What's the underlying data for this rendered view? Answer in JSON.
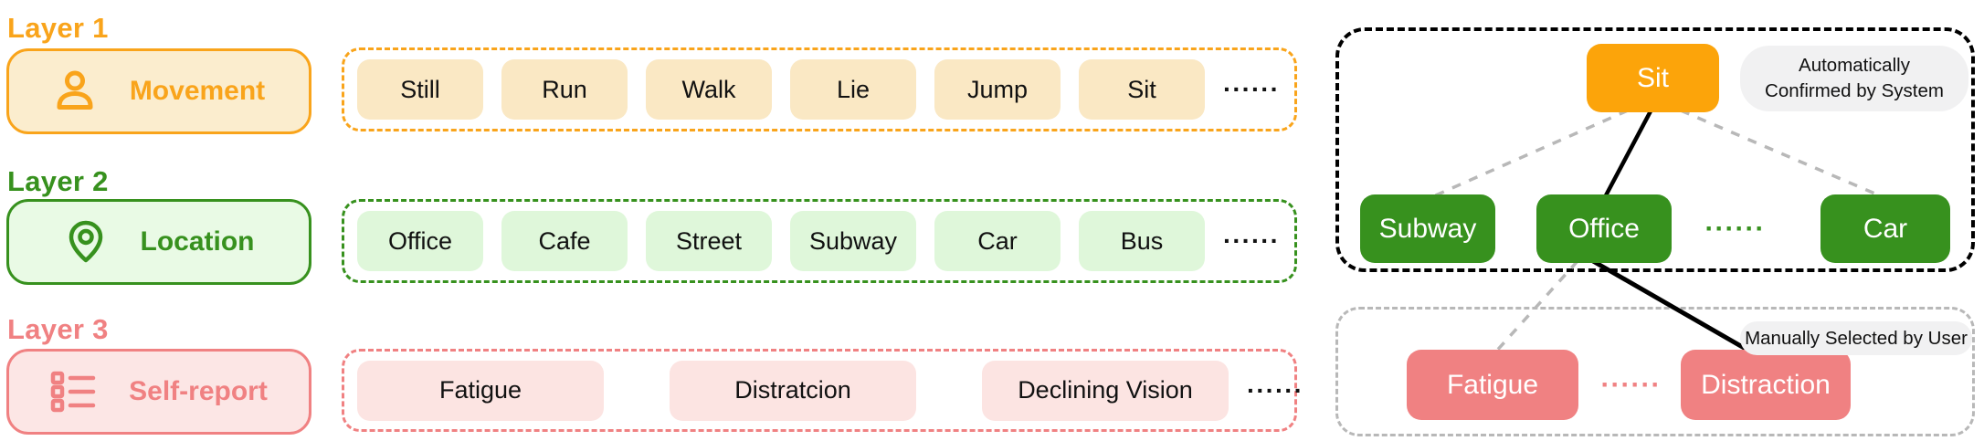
{
  "layers": [
    {
      "label": "Layer 1",
      "name": "Movement",
      "icon": "person-icon",
      "items": [
        "Still",
        "Run",
        "Walk",
        "Lie",
        "Jump",
        "Sit"
      ],
      "ellipsis": "······"
    },
    {
      "label": "Layer 2",
      "name": "Location",
      "icon": "location-pin-icon",
      "items": [
        "Office",
        "Cafe",
        "Street",
        "Subway",
        "Car",
        "Bus"
      ],
      "ellipsis": "······"
    },
    {
      "label": "Layer 3",
      "name": "Self-report",
      "icon": "checklist-icon",
      "items": [
        "Fatigue",
        "Distratcion",
        "Declining Vision"
      ],
      "ellipsis": "······"
    }
  ],
  "tree": {
    "root": "Sit",
    "auto_label": "Automatically Confirmed by System",
    "level2": [
      "Subway",
      "Office",
      "Car"
    ],
    "level2_ellipsis": "······",
    "manual_label": "Manually Selected by User",
    "level3": [
      "Fatigue",
      "Distraction"
    ],
    "level3_ellipsis": "······"
  },
  "colors": {
    "orange": "#F9A41B",
    "orange-badge-bg": "#FBEDCE",
    "orange-chip-bg": "#FAE8C4",
    "sit-bg": "#FCA40A",
    "green": "#37911E",
    "green-badge-bg": "#E9FAE5",
    "green-chip-bg": "#DFF7DA",
    "salmon": "#F08182",
    "salmon-badge-bg": "#FCE6E5",
    "salmon-chip-bg": "#FCE4E2",
    "dash-gray": "#B8B8B8",
    "pill-bg": "#F1F1F2",
    "ink": "#111111"
  }
}
